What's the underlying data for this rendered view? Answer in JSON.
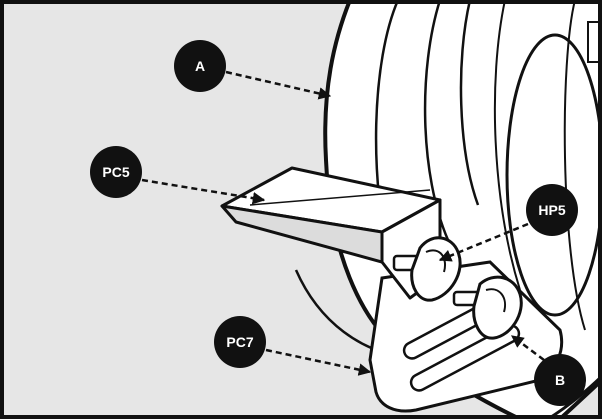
{
  "callouts": {
    "a": "A",
    "pc5": "PC5",
    "hp5": "HP5",
    "pc7": "PC7",
    "b": "B"
  },
  "colors": {
    "background": "#e6e6e6",
    "part_fill": "#ffffff",
    "shade": "#dcdcdc",
    "ink": "#111111",
    "callout_bg": "#111111",
    "callout_text": "#ffffff"
  }
}
